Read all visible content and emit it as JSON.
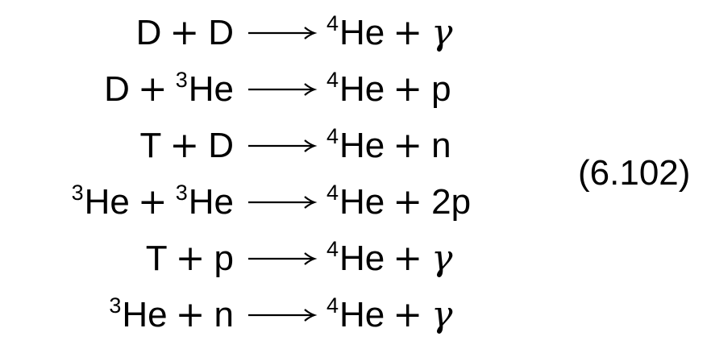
{
  "equations": [
    {
      "lhs": [
        {
          "sup": "",
          "sym": "D"
        },
        {
          "sup": "",
          "sym": "D"
        }
      ],
      "rhs": [
        {
          "sup": "4",
          "sym": "He"
        },
        {
          "sup": "",
          "sym": "γ",
          "greek": true
        }
      ]
    },
    {
      "lhs": [
        {
          "sup": "",
          "sym": "D"
        },
        {
          "sup": "3",
          "sym": "He"
        }
      ],
      "rhs": [
        {
          "sup": "4",
          "sym": "He"
        },
        {
          "sup": "",
          "sym": "p"
        }
      ]
    },
    {
      "lhs": [
        {
          "sup": "",
          "sym": "T"
        },
        {
          "sup": "",
          "sym": "D"
        }
      ],
      "rhs": [
        {
          "sup": "4",
          "sym": "He"
        },
        {
          "sup": "",
          "sym": "n"
        }
      ]
    },
    {
      "lhs": [
        {
          "sup": "3",
          "sym": "He"
        },
        {
          "sup": "3",
          "sym": "He"
        }
      ],
      "rhs": [
        {
          "sup": "4",
          "sym": "He"
        },
        {
          "sup": "",
          "sym": "2p"
        }
      ]
    },
    {
      "lhs": [
        {
          "sup": "",
          "sym": "T"
        },
        {
          "sup": "",
          "sym": "p"
        }
      ],
      "rhs": [
        {
          "sup": "4",
          "sym": "He"
        },
        {
          "sup": "",
          "sym": "γ",
          "greek": true
        }
      ]
    },
    {
      "lhs": [
        {
          "sup": "3",
          "sym": "He"
        },
        {
          "sup": "",
          "sym": "n"
        }
      ],
      "rhs": [
        {
          "sup": "4",
          "sym": "He"
        },
        {
          "sup": "",
          "sym": "γ",
          "greek": true
        }
      ]
    }
  ],
  "operator_plus": "+",
  "equation_number": "(6.102)"
}
